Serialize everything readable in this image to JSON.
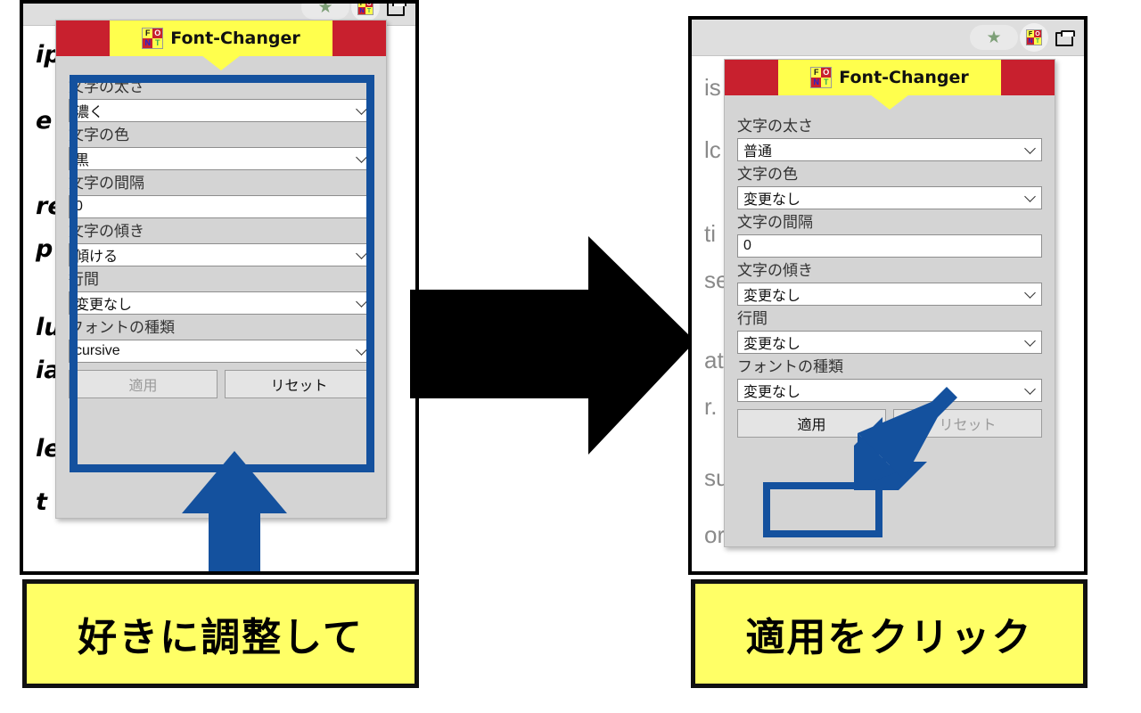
{
  "meta": {
    "accent_blue": "#14519e",
    "header_red": "#c8202e",
    "header_yellow": "#ffff4d",
    "caption_yellow": "#ffff66",
    "popup_bg": "#d4d4d4"
  },
  "popup": {
    "title": "Font-Changer",
    "logo": {
      "tl": "F",
      "tr": "O",
      "bl": "N",
      "br": "T"
    },
    "fields": [
      {
        "label": "文字の太さ",
        "type": "select"
      },
      {
        "label": "文字の色",
        "type": "select"
      },
      {
        "label": "文字の間隔",
        "type": "input"
      },
      {
        "label": "文字の傾き",
        "type": "select"
      },
      {
        "label": "行間",
        "type": "select"
      },
      {
        "label": "フォントの種類",
        "type": "select"
      }
    ],
    "buttons": {
      "apply": "適用",
      "reset": "リセット"
    }
  },
  "left": {
    "caption": "好きに調整して",
    "chrome": {
      "star": "★",
      "extension": "font-changer-extension",
      "window": "window-icon"
    },
    "values": [
      "濃く",
      "黒",
      "0",
      "傾ける",
      "変更なし",
      "cursive"
    ],
    "apply_enabled": false,
    "reset_enabled": true,
    "page_lines": [
      "ipi",
      "e e",
      "rer",
      "p c",
      "lup",
      "iat",
      "len",
      "t laborum."
    ]
  },
  "right": {
    "caption": "適用をクリック",
    "chrome": {
      "star": "★",
      "extension": "font-changer-extension",
      "window": "window-icon"
    },
    "values": [
      "普通",
      "変更なし",
      "0",
      "変更なし",
      "変更なし",
      "変更なし"
    ],
    "apply_enabled": true,
    "reset_enabled": false,
    "page_lines": [
      "is",
      "lc",
      "ti",
      "se",
      "at",
      "r.",
      "sunt in culpa",
      "orum"
    ]
  }
}
